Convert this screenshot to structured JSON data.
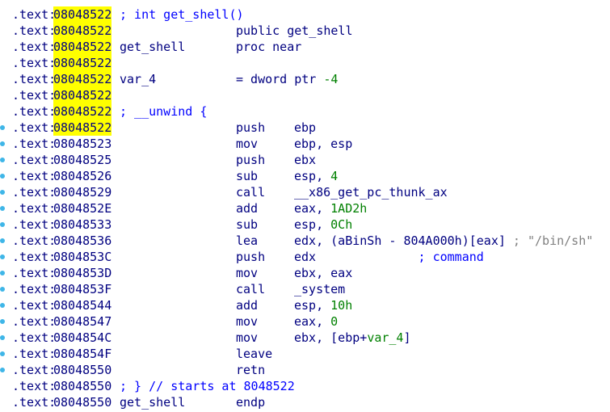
{
  "colors": {
    "segment": "#000080",
    "highlight": "#ffff00",
    "comment": "#0000ff",
    "number": "#008000",
    "string_comment": "#808080",
    "breakpoint_dot": "#3fb6e8"
  },
  "lines": [
    {
      "seg": ".text:",
      "addr": "08048522",
      "hl": true,
      "dot": false,
      "kind": "comment",
      "comment": "; int get_shell()"
    },
    {
      "seg": ".text:",
      "addr": "08048522",
      "hl": true,
      "dot": false,
      "kind": "wide",
      "wide": "public get_shell"
    },
    {
      "seg": ".text:",
      "addr": "08048522",
      "hl": true,
      "dot": false,
      "kind": "proc",
      "label": "get_shell",
      "mnem": "proc near"
    },
    {
      "seg": ".text:",
      "addr": "08048522",
      "hl": true,
      "dot": false,
      "kind": "empty"
    },
    {
      "seg": ".text:",
      "addr": "08048522",
      "hl": true,
      "dot": false,
      "kind": "var",
      "label": "var_4",
      "op_pre": "= dword ptr ",
      "op_num": "-4"
    },
    {
      "seg": ".text:",
      "addr": "08048522",
      "hl": true,
      "dot": false,
      "kind": "empty"
    },
    {
      "seg": ".text:",
      "addr": "08048522",
      "hl": true,
      "dot": false,
      "kind": "comment",
      "comment": "; __unwind {"
    },
    {
      "seg": ".text:",
      "addr": "08048522",
      "hl": true,
      "dot": true,
      "kind": "ins",
      "mnem": "push",
      "ops": "ebp"
    },
    {
      "seg": ".text:",
      "addr": "08048523",
      "hl": false,
      "dot": true,
      "kind": "ins",
      "mnem": "mov",
      "ops": "ebp, esp"
    },
    {
      "seg": ".text:",
      "addr": "08048525",
      "hl": false,
      "dot": true,
      "kind": "ins",
      "mnem": "push",
      "ops": "ebx"
    },
    {
      "seg": ".text:",
      "addr": "08048526",
      "hl": false,
      "dot": true,
      "kind": "insnum",
      "mnem": "sub",
      "op_pre": "esp, ",
      "op_num": "4"
    },
    {
      "seg": ".text:",
      "addr": "08048529",
      "hl": false,
      "dot": true,
      "kind": "ins",
      "mnem": "call",
      "ops": "__x86_get_pc_thunk_ax"
    },
    {
      "seg": ".text:",
      "addr": "0804852E",
      "hl": false,
      "dot": true,
      "kind": "insnum",
      "mnem": "add",
      "op_pre": "eax, ",
      "op_num": "1AD2h"
    },
    {
      "seg": ".text:",
      "addr": "08048533",
      "hl": false,
      "dot": true,
      "kind": "insnum",
      "mnem": "sub",
      "op_pre": "esp, ",
      "op_num": "0Ch"
    },
    {
      "seg": ".text:",
      "addr": "08048536",
      "hl": false,
      "dot": true,
      "kind": "lea",
      "mnem": "lea",
      "op_a": "edx, (aBinSh - ",
      "op_b": "804A000h",
      "op_c": ")[eax]",
      "op_d": " ; \"/bin/sh\""
    },
    {
      "seg": ".text:",
      "addr": "0804853C",
      "hl": false,
      "dot": true,
      "kind": "inscmt",
      "mnem": "push",
      "ops": "edx",
      "cmt": "; command"
    },
    {
      "seg": ".text:",
      "addr": "0804853D",
      "hl": false,
      "dot": true,
      "kind": "ins",
      "mnem": "mov",
      "ops": "ebx, eax"
    },
    {
      "seg": ".text:",
      "addr": "0804853F",
      "hl": false,
      "dot": true,
      "kind": "ins",
      "mnem": "call",
      "ops": "_system"
    },
    {
      "seg": ".text:",
      "addr": "08048544",
      "hl": false,
      "dot": true,
      "kind": "insnum",
      "mnem": "add",
      "op_pre": "esp, ",
      "op_num": "10h"
    },
    {
      "seg": ".text:",
      "addr": "08048547",
      "hl": false,
      "dot": true,
      "kind": "insnum",
      "mnem": "mov",
      "op_pre": "eax, ",
      "op_num": "0"
    },
    {
      "seg": ".text:",
      "addr": "0804854C",
      "hl": false,
      "dot": true,
      "kind": "insvar",
      "mnem": "mov",
      "op_pre": "ebx, [ebp+",
      "op_var": "var_4",
      "op_post": "]"
    },
    {
      "seg": ".text:",
      "addr": "0804854F",
      "hl": false,
      "dot": true,
      "kind": "ins",
      "mnem": "leave",
      "ops": ""
    },
    {
      "seg": ".text:",
      "addr": "08048550",
      "hl": false,
      "dot": true,
      "kind": "ins",
      "mnem": "retn",
      "ops": ""
    },
    {
      "seg": ".text:",
      "addr": "08048550",
      "hl": false,
      "dot": false,
      "kind": "comment",
      "comment": "; } // starts at 8048522"
    },
    {
      "seg": ".text:",
      "addr": "08048550",
      "hl": false,
      "dot": false,
      "kind": "proc",
      "label": "get_shell",
      "mnem": "endp"
    }
  ]
}
